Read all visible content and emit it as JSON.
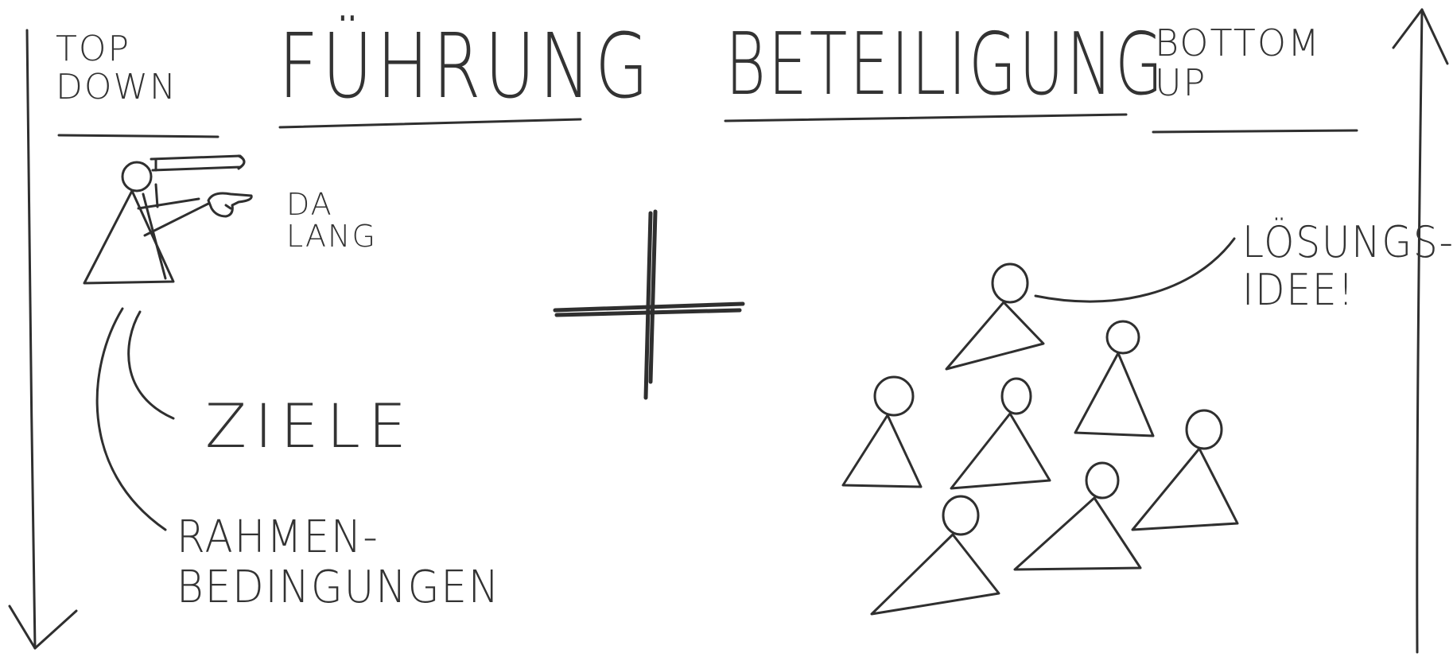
{
  "labels": {
    "top_down": "TOP\nDOWN",
    "fuehrung": "FÜHRUNG",
    "beteiligung": "BETEILIGUNG",
    "bottom_up": "BOTTOM\nUP",
    "da_lang": "DA\nLANG",
    "ziele": "ZIELE",
    "rahmenbedingungen": "RAHMEN-\nBEDINGUNGEN",
    "loesungsidee": "LÖSUNGS-\nIDEE!"
  },
  "colors": {
    "ink": "#2f2f2f",
    "paper": "#ffffff"
  },
  "icons": [
    "down-arrow",
    "up-arrow",
    "plus-sign",
    "leader-figure",
    "pointing-hand",
    "telescope",
    "group-of-people"
  ]
}
